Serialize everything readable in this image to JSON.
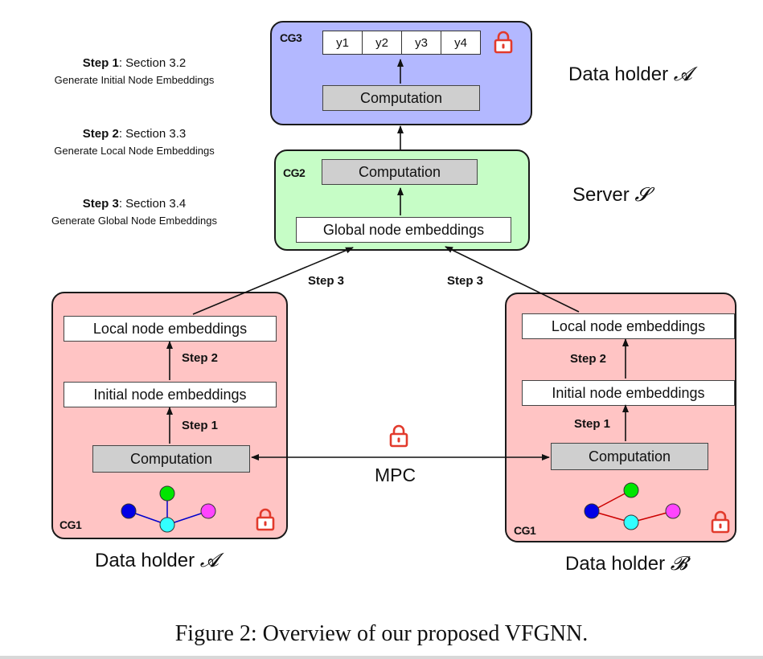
{
  "steps": [
    {
      "bold": "Step 1",
      "rest": ": Section 3.2",
      "desc": "Generate Initial Node Embeddings"
    },
    {
      "bold": "Step 2",
      "rest": ": Section 3.3",
      "desc": "Generate Local Node Embeddings"
    },
    {
      "bold": "Step 3",
      "rest": ": Section 3.4",
      "desc": "Generate Global Node Embeddings"
    }
  ],
  "cg3": {
    "tag": "CG3",
    "outputs": [
      "y1",
      "y2",
      "y3",
      "y4"
    ],
    "computation": "Computation",
    "role_prefix": "Data holder ",
    "role_symbol": "𝓐"
  },
  "cg2": {
    "tag": "CG2",
    "computation": "Computation",
    "global": "Global node embeddings",
    "role_prefix": "Server ",
    "role_symbol": "𝓢"
  },
  "left": {
    "tag": "CG1",
    "local": "Local node embeddings",
    "initial": "Initial node embeddings",
    "computation": "Computation",
    "step2": "Step 2",
    "step1": "Step 1",
    "role_prefix": "Data holder ",
    "role_symbol": "𝓐"
  },
  "right": {
    "tag": "CG1",
    "local": "Local node embeddings",
    "initial": "Initial node embeddings",
    "computation": "Computation",
    "step2": "Step 2",
    "step1": "Step 1",
    "role_prefix": "Data holder ",
    "role_symbol": "𝓑"
  },
  "arrows": {
    "step3_left": "Step 3",
    "step3_right": "Step 3"
  },
  "mpc": "MPC",
  "colors": {
    "cg3_fill": "#b3b8ff",
    "cg2_fill": "#c6fdc6",
    "cg1_fill": "#ffc4c4",
    "lock": "#e23a2c",
    "node_blue": "#0000e6",
    "node_green": "#00e600",
    "node_cyan": "#33ffff",
    "node_magenta": "#ff44ff",
    "edge_left": "#0000cc",
    "edge_right": "#cc0000"
  },
  "icons": {
    "lock": "lock-icon"
  },
  "caption": "Figure 2: Overview of our proposed VFGNN."
}
